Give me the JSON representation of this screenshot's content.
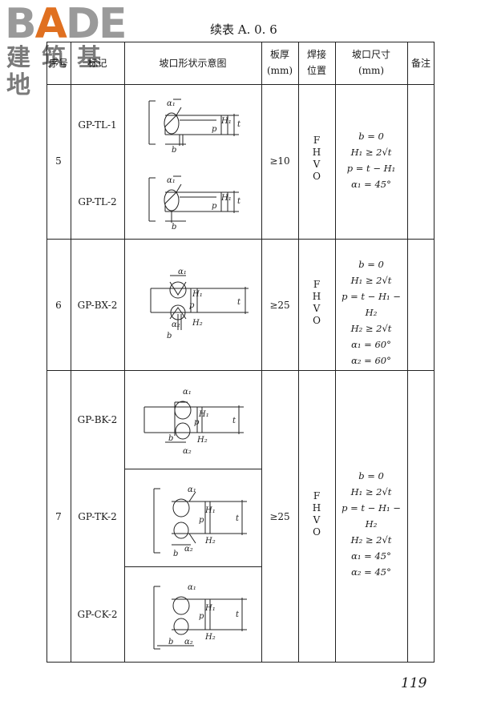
{
  "watermark": {
    "main": "BADE",
    "sub": "建筑基地"
  },
  "caption": "续表 A. 0. 6",
  "header": {
    "seq": "序号",
    "code": "标记",
    "diagram": "坡口形状示意图",
    "thickness_line1": "板厚",
    "thickness_line2": "(mm)",
    "weld_pos_line1": "焊接",
    "weld_pos_line2": "位置",
    "groove_dim_line1": "坡口尺寸",
    "groove_dim_line2": "(mm)",
    "remark": "备注"
  },
  "groups": [
    {
      "seq": "5",
      "codes": [
        "GP-TL-1",
        "GP-TL-2"
      ],
      "thickness": "≥10",
      "positions": [
        "F",
        "H",
        "V",
        "O"
      ],
      "dims": [
        "b = 0",
        "H₁ ≥ 2√t",
        "p = t − H₁",
        "α₁ = 45°"
      ]
    },
    {
      "seq": "6",
      "codes": [
        "GP-BX-2"
      ],
      "thickness": "≥25",
      "positions": [
        "F",
        "H",
        "V",
        "O"
      ],
      "dims": [
        "b = 0",
        "H₁ ≥ 2√t",
        "p = t − H₁ − H₂",
        "H₂ ≥ 2√t",
        "α₁ = 60°",
        "α₂ = 60°"
      ]
    },
    {
      "seq": "7",
      "codes": [
        "GP-BK-2",
        "GP-TK-2",
        "GP-CK-2"
      ],
      "thickness": "≥25",
      "positions": [
        "F",
        "H",
        "V",
        "O"
      ],
      "dims": [
        "b = 0",
        "H₁ ≥ 2√t",
        "p = t − H₁ − H₂",
        "H₂ ≥ 2√t",
        "α₁ = 45°",
        "α₂ = 45°"
      ]
    }
  ],
  "figure_labels": {
    "a1": "α₁",
    "a2": "α₂",
    "b": "b",
    "p": "p",
    "h1": "H₁",
    "h2": "H₂",
    "t": "t"
  },
  "page_number": "119"
}
